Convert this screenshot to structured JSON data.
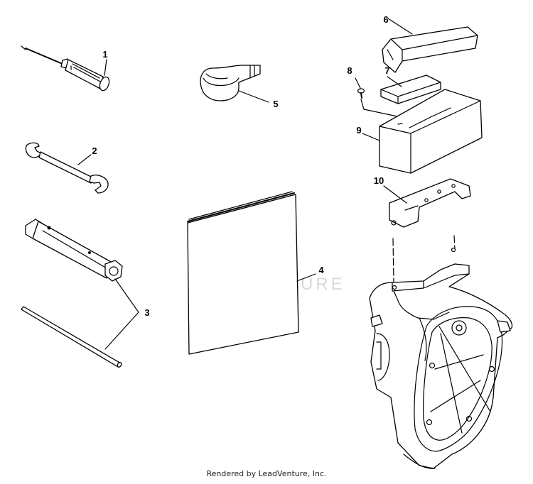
{
  "watermark": {
    "text": "LEADVENTURE"
  },
  "callouts": [
    {
      "id": "1",
      "label": "1"
    },
    {
      "id": "2",
      "label": "2"
    },
    {
      "id": "3",
      "label": "3"
    },
    {
      "id": "4",
      "label": "4"
    },
    {
      "id": "5",
      "label": "5"
    },
    {
      "id": "6",
      "label": "6"
    },
    {
      "id": "7",
      "label": "7"
    },
    {
      "id": "8",
      "label": "8"
    },
    {
      "id": "9",
      "label": "9"
    },
    {
      "id": "10",
      "label": "10"
    }
  ],
  "footer": {
    "text": "Rendered by LeadVenture, Inc."
  },
  "icons": [
    "screwdriver-icon",
    "wrench-icon",
    "box-wrench-icon",
    "tool-bar-icon",
    "strap-icon",
    "manual-icon",
    "lid-icon",
    "pad-icon",
    "screw-icon",
    "box-icon",
    "bracket-icon",
    "housing-icon",
    "logo-icon"
  ]
}
